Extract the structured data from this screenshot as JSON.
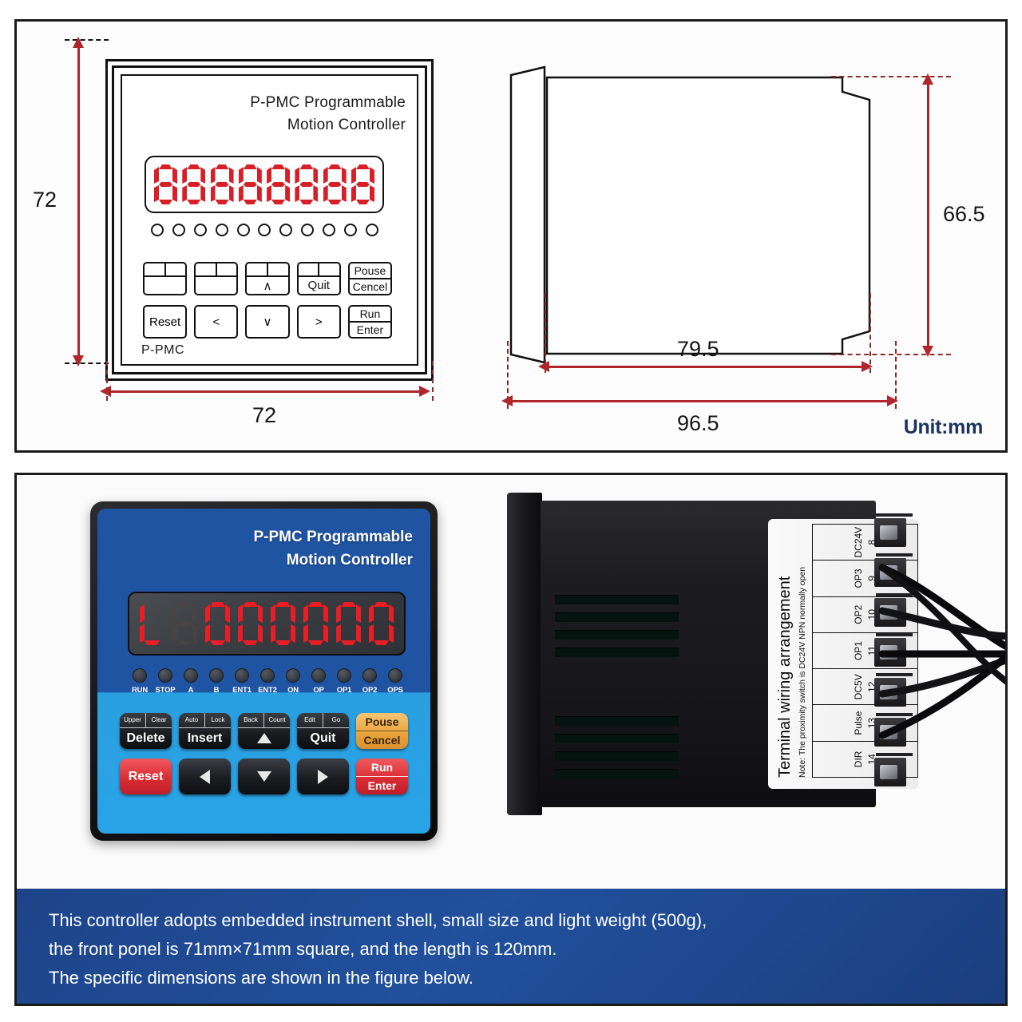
{
  "drawing": {
    "front_view": {
      "title_line1": "P-PMC Programmable",
      "title_line2": "Motion Controller",
      "brand": "P-PMC",
      "display_digits": 8,
      "led_count": 11,
      "keys_row1": [
        {
          "top_left": "",
          "top_right": "",
          "label": ""
        },
        {
          "top_left": "",
          "top_right": "",
          "label": ""
        },
        {
          "top_left": "",
          "top_right": "",
          "label": "∧"
        },
        {
          "top_left": "",
          "top_right": "",
          "label": "Quit"
        }
      ],
      "key_pause": {
        "line1": "Pouse",
        "line2": "Cencel"
      },
      "keys_row2": [
        "Reset",
        "<",
        "∨",
        ">"
      ],
      "key_run": {
        "line1": "Run",
        "line2": "Enter"
      }
    },
    "dimensions": {
      "height_front": "72",
      "width_front": "72",
      "height_side": "66.5",
      "depth_inner": "79.5",
      "depth_total": "96.5"
    },
    "unit_label": "Unit:mm"
  },
  "photo": {
    "controller": {
      "title_line1": "P-PMC Programmable",
      "title_line2": "Motion Controller",
      "display": {
        "digits": [
          "L",
          "8",
          "0",
          "0",
          "0",
          "0",
          "0",
          "0"
        ],
        "dim_index": 1
      },
      "leds": [
        "RUN",
        "STOP",
        "A",
        "B",
        "ENT1",
        "ENT2",
        "ON",
        "OP",
        "OP1",
        "OP2",
        "OPS"
      ],
      "keys_row1": [
        {
          "sub_left": "Upper",
          "sub_right": "Clear",
          "label": "Delete",
          "style": "dark"
        },
        {
          "sub_left": "Auto",
          "sub_right": "Lock",
          "label": "Insert",
          "style": "dark"
        },
        {
          "sub_left": "Back",
          "sub_right": "Count",
          "label": "▲",
          "style": "dark"
        },
        {
          "sub_left": "Edit",
          "sub_right": "Go",
          "label": "Quit",
          "style": "dark"
        },
        {
          "line1": "Pouse",
          "line2": "Cancel",
          "style": "orange"
        }
      ],
      "keys_row2": [
        {
          "label": "Reset",
          "style": "red"
        },
        {
          "label": "◀",
          "style": "dark"
        },
        {
          "label": "▼",
          "style": "dark"
        },
        {
          "label": "▶",
          "style": "dark"
        },
        {
          "line1": "Run",
          "line2": "Enter",
          "style": "red"
        }
      ]
    },
    "side_label": {
      "heading": "Terminal wiring arrangement",
      "note": "Note: The proximity switch is DC24V NPN normally open",
      "terminals": [
        {
          "name": "DIR",
          "number": "14"
        },
        {
          "name": "Pulse",
          "number": "13"
        },
        {
          "name": "DC5V",
          "number": "12"
        },
        {
          "name": "OP1",
          "number": "11"
        },
        {
          "name": "OP2",
          "number": "10"
        },
        {
          "name": "OP3",
          "number": "9"
        },
        {
          "name": "DC24V",
          "number": "8"
        }
      ]
    }
  },
  "caption": {
    "line1": "This controller adopts embedded instrument shell, small size and light weight (500g),",
    "line2": "the front ponel is 71mm×71mm square, and the length is 120mm.",
    "line3": "The specific dimensions are shown in the figure below."
  },
  "colors": {
    "dimension_red": "#b0262c",
    "panel_blue_dark": "#1f54a3",
    "panel_blue_light": "#29a4e6",
    "caption_blue": "#21509c",
    "led_red": "#ec1c24",
    "unit_navy": "#1d3461"
  }
}
